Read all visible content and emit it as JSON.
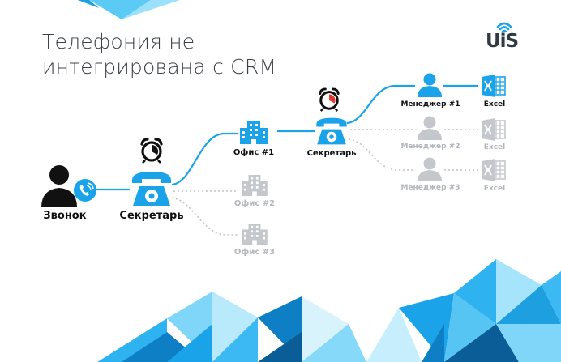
{
  "slide": {
    "title_line1": "Телефония не",
    "title_line2": "интегрирована с CRM",
    "logo_text": "UiS"
  },
  "nodes": {
    "caller": "Звонок",
    "secretary_main": "Секретарь",
    "office1": "Офис #1",
    "office2": "Офис #2",
    "office3": "Офис #3",
    "secretary_office": "Секретарь",
    "manager1": "Менеджер #1",
    "manager2": "Менеджер #2",
    "manager3": "Менеджер #3",
    "excel1": "Excel",
    "excel2": "Excel",
    "excel3": "Excel"
  },
  "colors": {
    "accent": "#1aa3e8",
    "dark": "#111111",
    "inactive": "#c4c7cc",
    "alarm": "#e5372e"
  }
}
